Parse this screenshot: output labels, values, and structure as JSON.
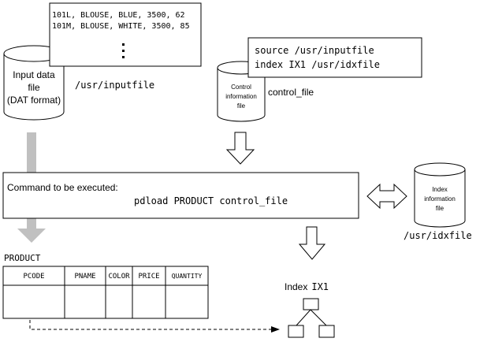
{
  "data_file": {
    "record1": "101L, BLOUSE, BLUE, 3500, 62",
    "record2": "101M, BLOUSE, WHITE, 3500, 85",
    "label_line1": "Input data",
    "label_line2": "file",
    "label_line3": "(DAT format)",
    "path": "/usr/inputfile"
  },
  "control_file": {
    "line1": "source /usr/inputfile",
    "line2": "index IX1 /usr/idxfile",
    "label_line1": "Control",
    "label_line2": "information",
    "label_line3": "file",
    "name": "control_file"
  },
  "command": {
    "heading": "Command to be executed:",
    "text": "pdload PRODUCT control_file"
  },
  "index_file": {
    "label_line1": "Index",
    "label_line2": "information",
    "label_line3": "file",
    "path": "/usr/idxfile"
  },
  "table": {
    "name": "PRODUCT",
    "columns": [
      "PCODE",
      "PNAME",
      "COLOR",
      "PRICE",
      "QUANTITY"
    ]
  },
  "index": {
    "label": "Index",
    "name": "IX1"
  },
  "colors": {
    "line": "#000000",
    "gray_arrow": "#c0c0c0",
    "background": "#ffffff"
  }
}
